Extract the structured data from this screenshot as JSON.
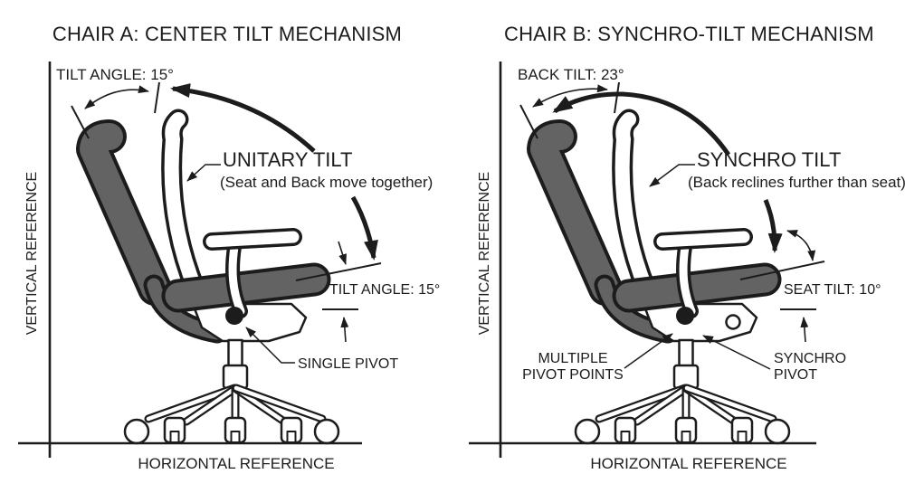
{
  "colors": {
    "ink": "#1c1c1c",
    "cushion": "#636363",
    "background": "#ffffff"
  },
  "chair_a": {
    "title": "CHAIR A: CENTER TILT MECHANISM",
    "back_tilt_label": "TILT ANGLE: 15°",
    "mechanism_label": "UNITARY TILT",
    "mechanism_sublabel": "(Seat and Back move together)",
    "seat_tilt_label": "TILT ANGLE: 15°",
    "pivot_label": "SINGLE PIVOT",
    "vertical_axis_label": "VERTICAL REFERENCE",
    "horizontal_axis_label": "HORIZONTAL REFERENCE"
  },
  "chair_b": {
    "title": "CHAIR B: SYNCHRO-TILT MECHANISM",
    "back_tilt_label": "BACK TILT: 23°",
    "mechanism_label": "SYNCHRO TILT",
    "mechanism_sublabel": "(Back reclines further than seat)",
    "seat_tilt_label": "SEAT TILT: 10°",
    "pivot_label_line1": "MULTIPLE",
    "pivot_label_line2": "PIVOT POINTS",
    "synchro_pivot_line1": "SYNCHRO",
    "synchro_pivot_line2": "PIVOT",
    "vertical_axis_label": "VERTICAL REFERENCE",
    "horizontal_axis_label": "HORIZONTAL REFERENCE"
  }
}
